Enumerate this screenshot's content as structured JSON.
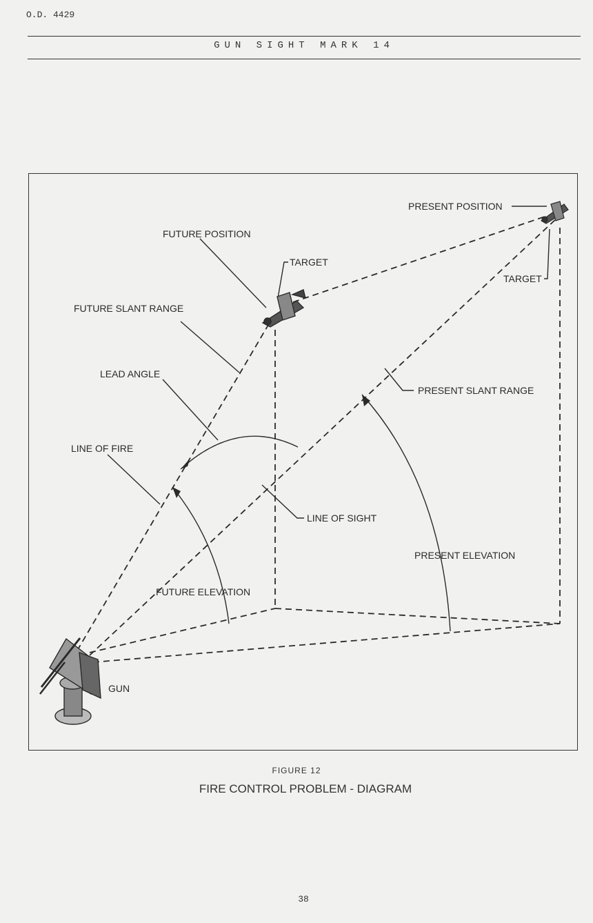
{
  "header": {
    "doc_number": "O.D. 4429",
    "title": "GUN SIGHT MARK 14"
  },
  "figure": {
    "number": "FIGURE 12",
    "caption": "FIRE CONTROL PROBLEM - DIAGRAM",
    "labels": {
      "present_position": "PRESENT POSITION",
      "future_position": "FUTURE POSITION",
      "target_future": "TARGET",
      "target_present": "TARGET",
      "future_slant_range": "FUTURE SLANT RANGE",
      "lead_angle": "LEAD ANGLE",
      "present_slant_range": "PRESENT SLANT RANGE",
      "line_of_fire": "LINE OF FIRE",
      "line_of_sight": "LINE OF SIGHT",
      "present_elevation": "PRESENT ELEVATION",
      "future_elevation": "FUTURE ELEVATION",
      "gun": "GUN"
    }
  },
  "footer": {
    "page_number": "38"
  }
}
